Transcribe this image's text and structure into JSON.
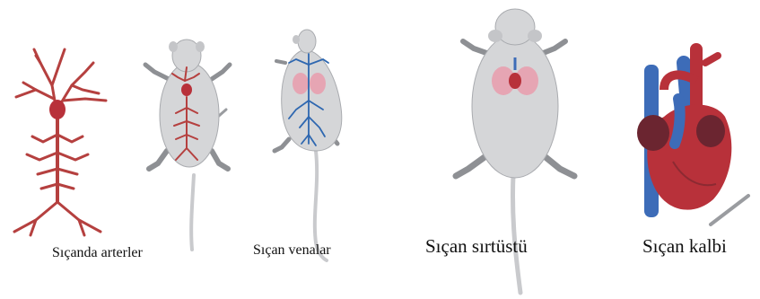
{
  "captions": {
    "arteries": "Sıçanda arterler",
    "veins": "Sıçan venalar",
    "supine": "Sıçan sırtüstü",
    "heart": "Sıçan kalbi"
  },
  "colors": {
    "artery": "#b5403f",
    "vein": "#2e67b0",
    "rat_body": "#d5d6d8",
    "rat_outline": "#8e9094",
    "lungs": "#e6a5b3",
    "heart_red": "#b8313a",
    "heart_dark": "#6b2530",
    "aorta_blue": "#3d6cb8"
  }
}
